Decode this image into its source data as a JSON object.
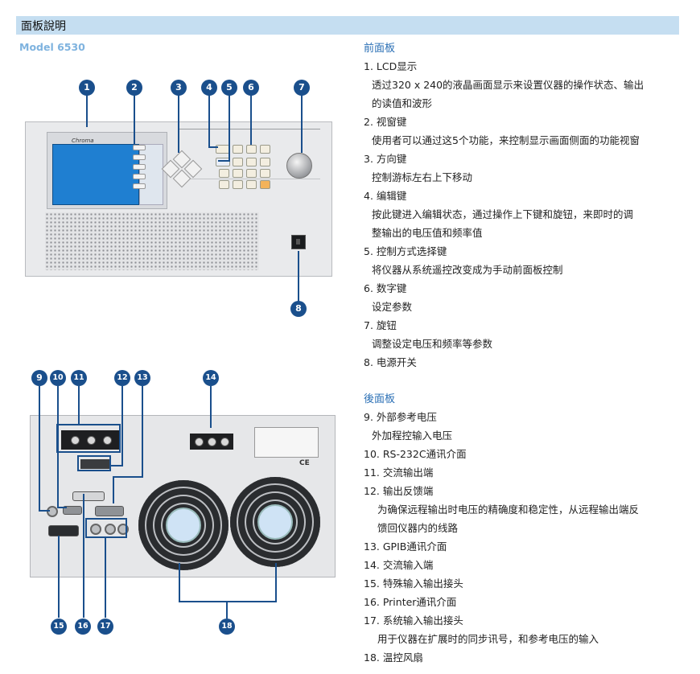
{
  "header": {
    "title": "面板說明"
  },
  "model": "Model 6530",
  "front_panel_device": {
    "brand": "Chroma",
    "power_on_off": "O"
  },
  "callouts_front": [
    "1",
    "2",
    "3",
    "4",
    "5",
    "6",
    "7",
    "8"
  ],
  "callouts_rear": [
    "9",
    "10",
    "11",
    "12",
    "13",
    "14",
    "15",
    "16",
    "17",
    "18"
  ],
  "rear_panel_device": {
    "ce_mark": "CE"
  },
  "front": {
    "heading": "前面板",
    "items": [
      {
        "title": "1. LCD显示",
        "desc": [
          "透过320 x 240的液晶画面显示来设置仪器的操作状态、输出",
          "的读值和波形"
        ]
      },
      {
        "title": "2. 视窗键",
        "desc": [
          "使用者可以通过这5个功能，来控制显示画面侧面的功能视窗"
        ]
      },
      {
        "title": "3. 方向键",
        "desc": [
          "控制游标左右上下移动"
        ]
      },
      {
        "title": "4. 编辑键",
        "desc": [
          "按此键进入编辑状态，通过操作上下键和旋钮，来即时的调",
          "整输出的电压值和频率值"
        ]
      },
      {
        "title": "5. 控制方式选择键",
        "desc": [
          "将仪器从系统遥控改变成为手动前面板控制"
        ]
      },
      {
        "title": "6. 数字键",
        "desc": [
          "设定参数"
        ]
      },
      {
        "title": "7. 旋钮",
        "desc": [
          "调整设定电压和频率等参数"
        ]
      },
      {
        "title": "8. 电源开关",
        "desc": []
      }
    ]
  },
  "rear": {
    "heading": "後面板",
    "items": [
      {
        "title": "9. 外部参考电压",
        "desc": [
          "外加程控输入电压"
        ]
      },
      {
        "title": "10. RS-232C通讯介面",
        "desc": []
      },
      {
        "title": "11. 交流输出端",
        "desc": []
      },
      {
        "title": "12. 输出反馈端",
        "desc": [
          "为确保远程输出时电压的精确度和稳定性，从远程输出端反",
          "馈回仪器内的线路"
        ]
      },
      {
        "title": "13. GPIB通讯介面",
        "desc": []
      },
      {
        "title": "14. 交流输入端",
        "desc": []
      },
      {
        "title": "15. 特殊输入输出接头",
        "desc": []
      },
      {
        "title": "16. Printer通讯介面",
        "desc": []
      },
      {
        "title": "17. 系统输入输出接头",
        "desc": [
          "用于仪器在扩展时的同步讯号，和参考电压的输入"
        ]
      },
      {
        "title": "18. 温控风扇",
        "desc": []
      }
    ]
  }
}
